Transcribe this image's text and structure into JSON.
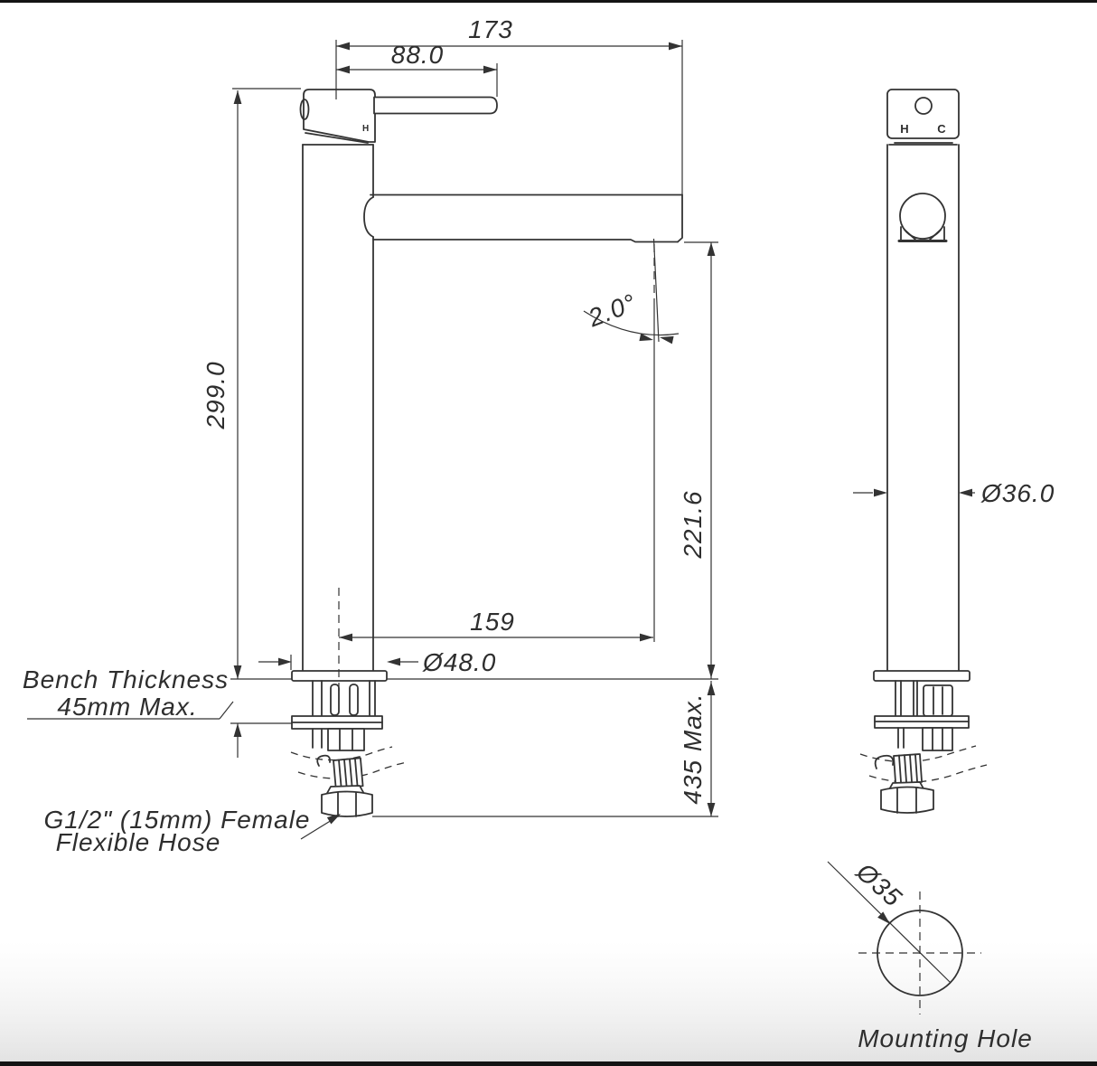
{
  "colors": {
    "line": "#333333",
    "text": "#2e2e2e",
    "background": "#ffffff"
  },
  "front_view": {
    "handle_label": "H",
    "dims": {
      "total_reach": "173",
      "handle_reach": "88.0",
      "body_height": "299.0",
      "spout_angle": "2.0°",
      "spout_height": "221.6",
      "outlet_reach": "159",
      "base_diameter": "Ø48.0",
      "max_height": "435 Max."
    },
    "notes": {
      "bench_line1": "Bench Thickness",
      "bench_line2": "45mm Max.",
      "hose_line1": "G1/2\" (15mm) Female",
      "hose_line2": "Flexible Hose"
    }
  },
  "side_view": {
    "hot_label": "H",
    "cold_label": "C",
    "dims": {
      "body_diameter": "Ø36.0"
    }
  },
  "mounting_hole_detail": {
    "dims": {
      "hole_diameter": "Ø35"
    },
    "caption": "Mounting Hole"
  }
}
